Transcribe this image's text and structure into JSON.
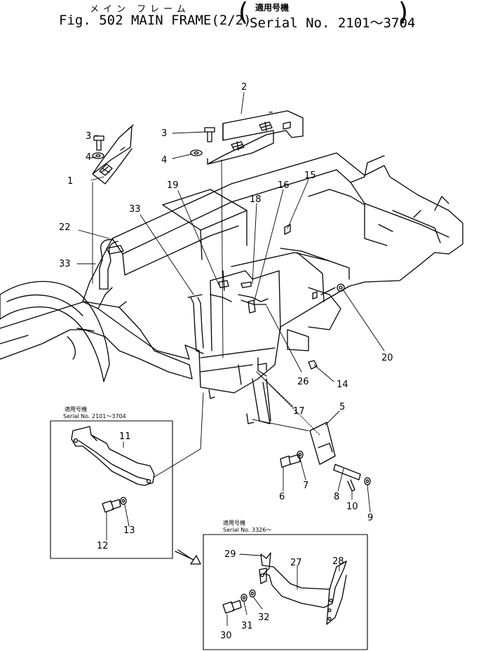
{
  "title": {
    "jp": "メイン フレーム",
    "main": "Fig. 502 MAIN FRAME(2/2)",
    "serial_jp": "適用号機",
    "serial": "Serial No. 2101～3704"
  },
  "inset_a": {
    "jp": "適用号機",
    "serial": "Serial No. 2101～3704"
  },
  "inset_b": {
    "jp": "適用号機",
    "serial": "Serial No. 3326～"
  },
  "callouts": [
    {
      "id": "1"
    },
    {
      "id": "2"
    },
    {
      "id": "3a",
      "text": "3"
    },
    {
      "id": "3b",
      "text": "3"
    },
    {
      "id": "4a",
      "text": "4"
    },
    {
      "id": "4b",
      "text": "4"
    },
    {
      "id": "5"
    },
    {
      "id": "6"
    },
    {
      "id": "7"
    },
    {
      "id": "8"
    },
    {
      "id": "9"
    },
    {
      "id": "10"
    },
    {
      "id": "11"
    },
    {
      "id": "12"
    },
    {
      "id": "13"
    },
    {
      "id": "14"
    },
    {
      "id": "15"
    },
    {
      "id": "16"
    },
    {
      "id": "17"
    },
    {
      "id": "18"
    },
    {
      "id": "19"
    },
    {
      "id": "20"
    },
    {
      "id": "22"
    },
    {
      "id": "26"
    },
    {
      "id": "27"
    },
    {
      "id": "28"
    },
    {
      "id": "29"
    },
    {
      "id": "30"
    },
    {
      "id": "31"
    },
    {
      "id": "32"
    },
    {
      "id": "33a",
      "text": "33"
    },
    {
      "id": "33b",
      "text": "33"
    }
  ],
  "labels": {
    "p1": "1",
    "p2": "2",
    "p3a": "3",
    "p3b": "3",
    "p4a": "4",
    "p4b": "4",
    "p5": "5",
    "p6": "6",
    "p7": "7",
    "p8": "8",
    "p9": "9",
    "p10": "10",
    "p11": "11",
    "p12": "12",
    "p13": "13",
    "p14": "14",
    "p15": "15",
    "p16": "16",
    "p17": "17",
    "p18": "18",
    "p19": "19",
    "p20": "20",
    "p22": "22",
    "p26": "26",
    "p27": "27",
    "p28": "28",
    "p29": "29",
    "p30": "30",
    "p31": "31",
    "p32": "32",
    "p33a": "33",
    "p33b": "33"
  }
}
